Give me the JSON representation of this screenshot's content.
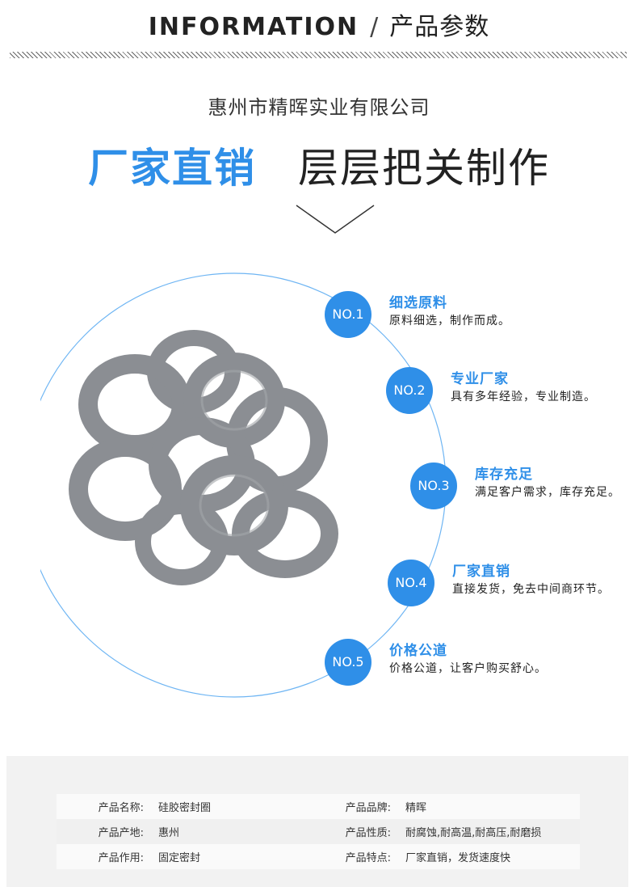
{
  "header": {
    "title_en": "INFORMATION",
    "separator": "/",
    "title_cn": "产品参数"
  },
  "company": "惠州市精晖实业有限公司",
  "slogan": {
    "highlight": "厂家直销",
    "rest": "层层把关制作"
  },
  "colors": {
    "accent": "#2f8fe8",
    "ring": "#8b8e93"
  },
  "steps": [
    {
      "no": "NO.1",
      "title": "细选原料",
      "desc": "原料细选，制作而成。"
    },
    {
      "no": "NO.2",
      "title": "专业厂家",
      "desc": "具有多年经验，专业制造。"
    },
    {
      "no": "NO.3",
      "title": "库存充足",
      "desc": "满足客户需求，库存充足。"
    },
    {
      "no": "NO.4",
      "title": "厂家直销",
      "desc": "直接发货，免去中间商环节。"
    },
    {
      "no": "NO.5",
      "title": "价格公道",
      "desc": "价格公道，让客户购买舒心。"
    }
  ],
  "specs": [
    {
      "k1": "产品名称:",
      "v1": "硅胶密封圈",
      "k2": "产品品牌:",
      "v2": "精晖"
    },
    {
      "k1": "产品产地:",
      "v1": "惠州",
      "k2": "产品性质:",
      "v2": "耐腐蚀,耐高温,耐高压,耐磨损"
    },
    {
      "k1": "产品作用:",
      "v1": "固定密封",
      "k2": "产品特点:",
      "v2": "厂家直销，发货速度快"
    }
  ]
}
